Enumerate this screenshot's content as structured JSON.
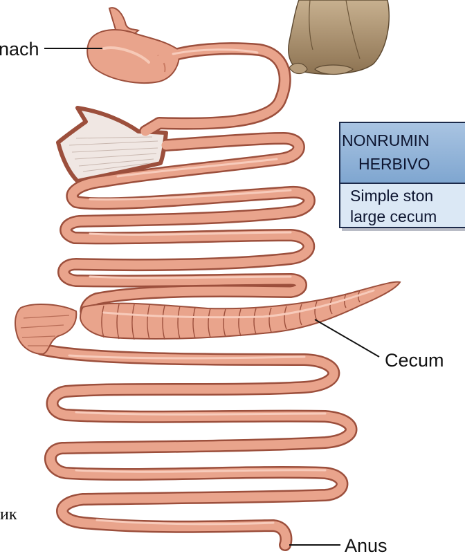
{
  "labels": {
    "stomach": "nach",
    "cecum": "Cecum",
    "anus": "Anus",
    "side_text": "ик"
  },
  "infobox": {
    "heading_line1": "NONRUMIN",
    "heading_line2": "HERBIVO",
    "body_line1": "Simple ston",
    "body_line2": "large cecum"
  },
  "colors": {
    "intestine_fill": "#e9a48c",
    "intestine_outline": "#9c4f3c",
    "box_header": "#8fb2d8",
    "box_body": "#dbe8f5",
    "rabbit_fur": "#a98f70"
  }
}
